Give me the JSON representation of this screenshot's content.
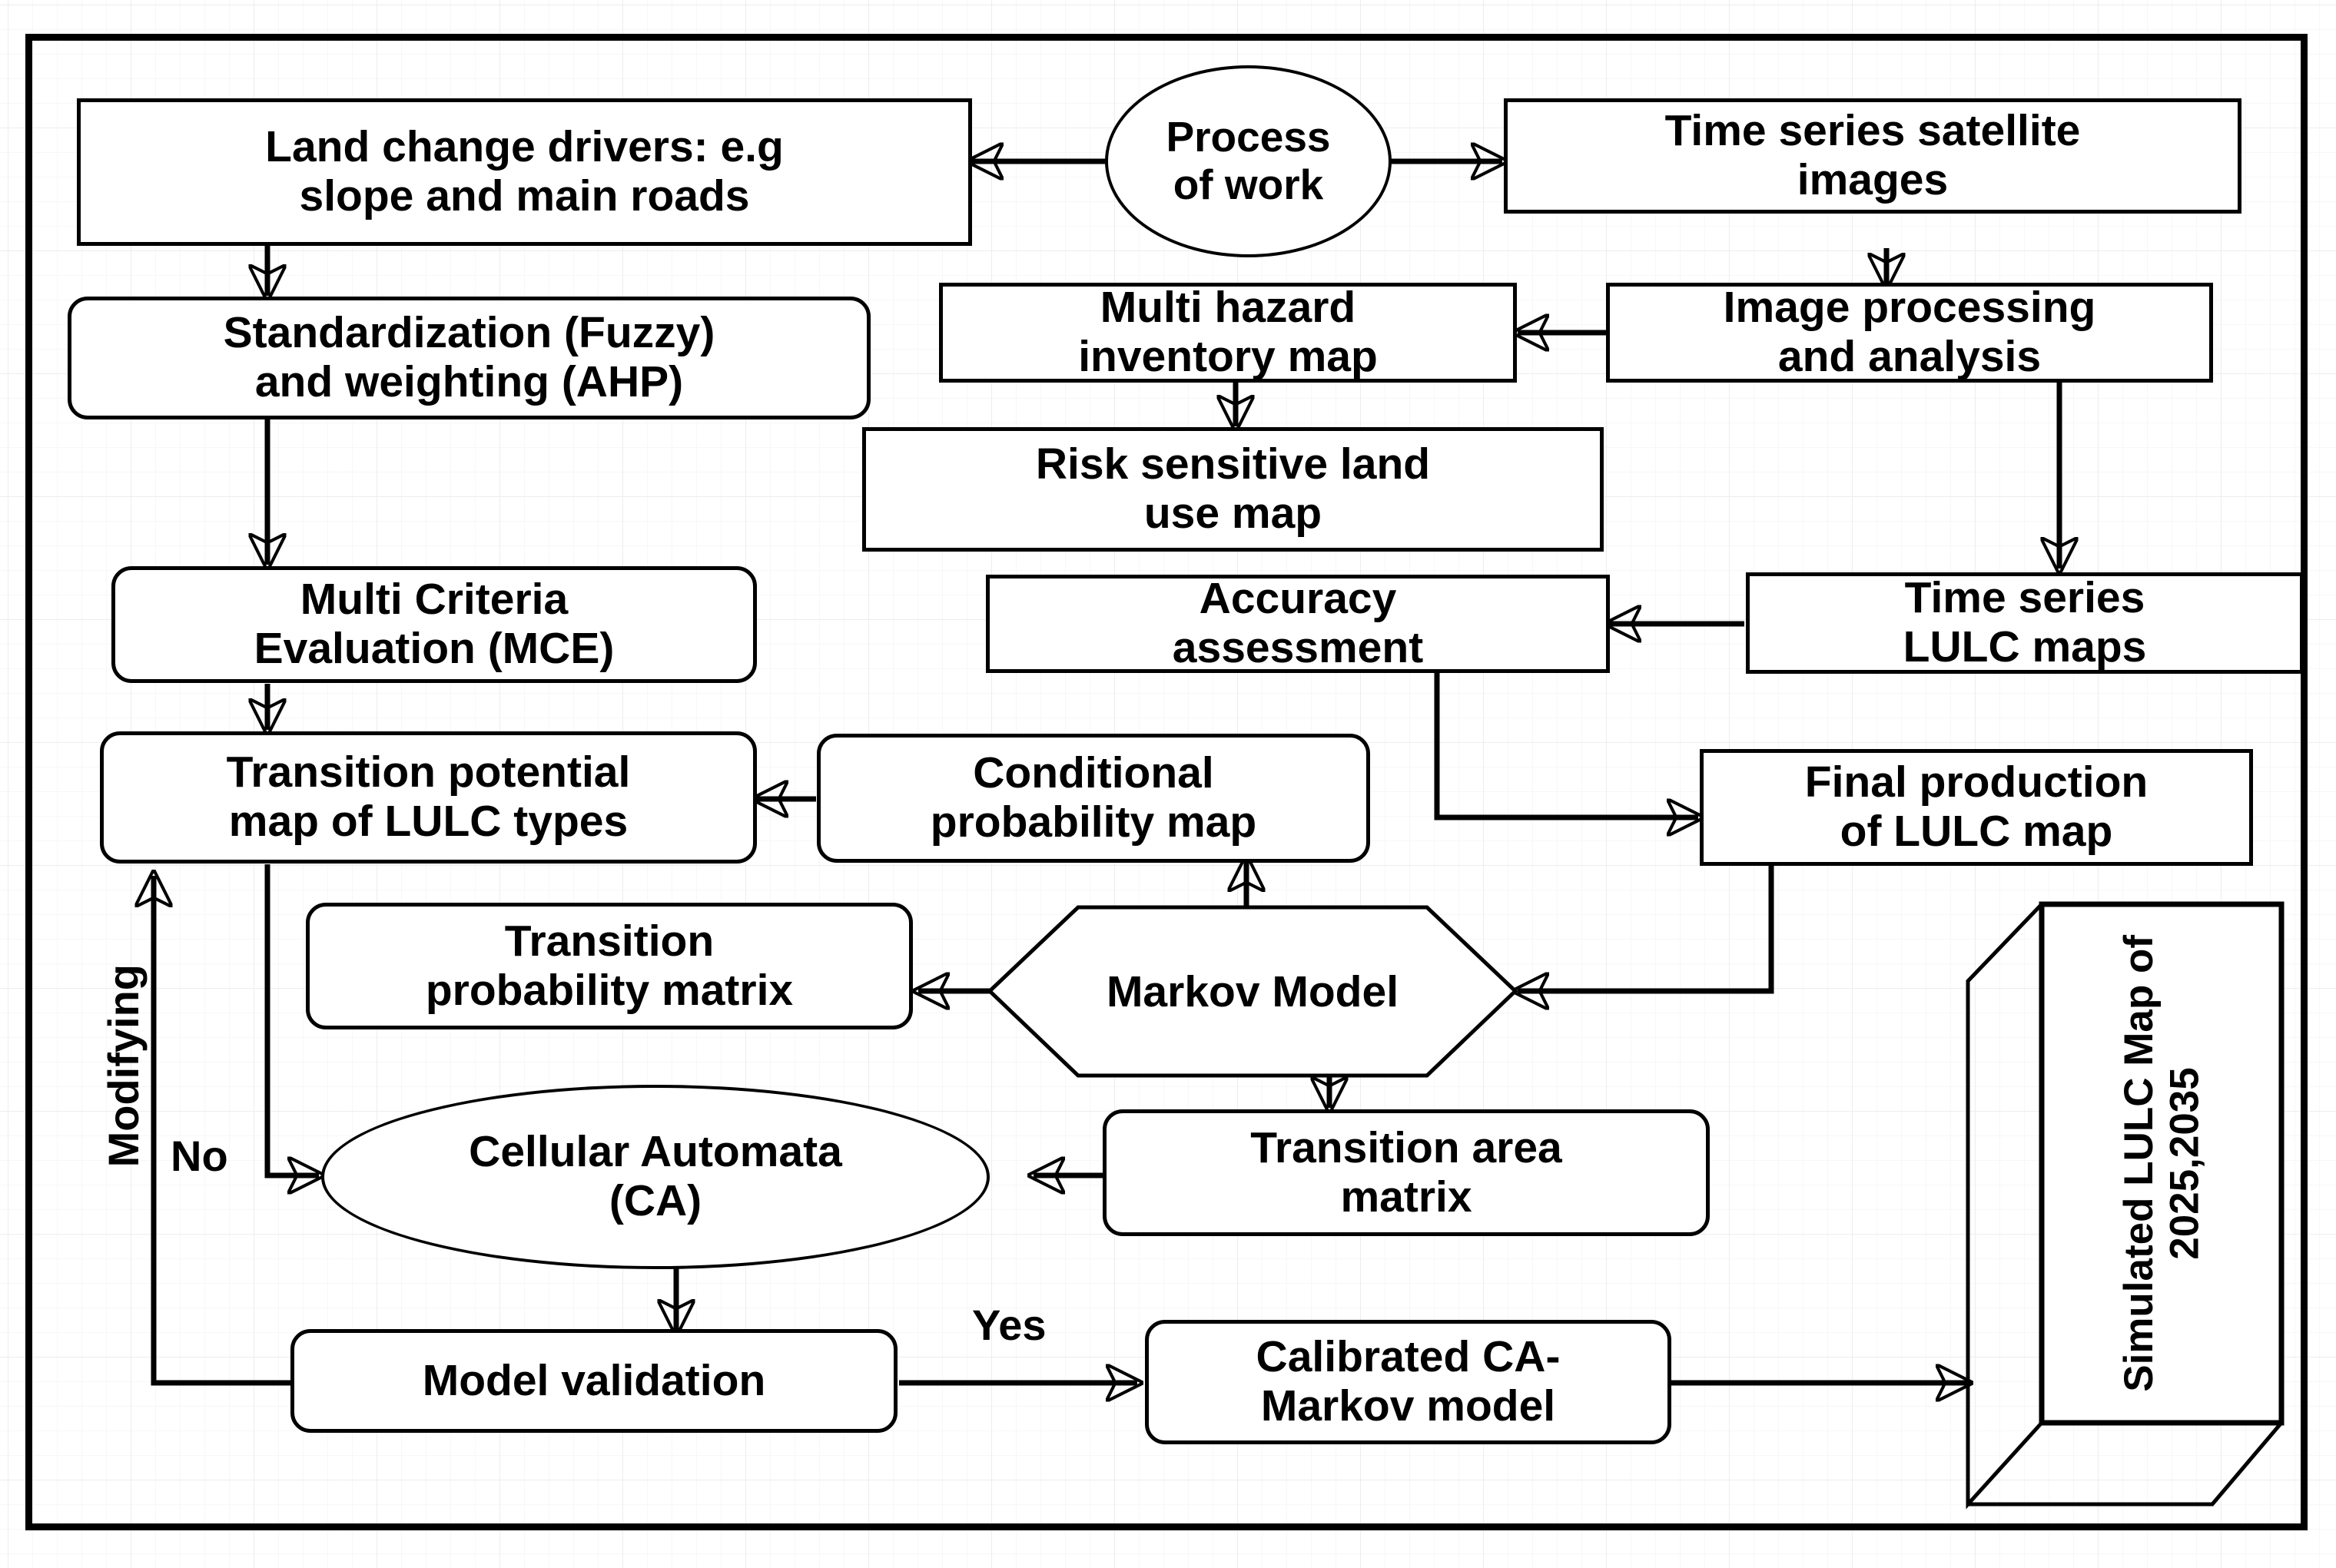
{
  "diagram": {
    "title": "Process of work",
    "nodes": [
      {
        "id": "land-change-drivers",
        "label": "Land change drivers: e.g\nslope and main roads",
        "shape": "rect"
      },
      {
        "id": "process-of-work",
        "label": "Process\nof work",
        "shape": "ellipse"
      },
      {
        "id": "time-series-satellite-images",
        "label": "Time series satellite\nimages",
        "shape": "rect"
      },
      {
        "id": "standardization-weighting",
        "label": "Standardization (Fuzzy)\nand weighting (AHP)",
        "shape": "round"
      },
      {
        "id": "multi-hazard-inventory-map",
        "label": "Multi hazard\ninventory map",
        "shape": "rect"
      },
      {
        "id": "image-processing-analysis",
        "label": "Image processing\nand analysis",
        "shape": "rect"
      },
      {
        "id": "risk-sensitive-land-use-map",
        "label": "Risk sensitive land\nuse map",
        "shape": "rect"
      },
      {
        "id": "multi-criteria-evaluation",
        "label": "Multi Criteria\nEvaluation (MCE)",
        "shape": "round"
      },
      {
        "id": "accuracy-assessment",
        "label": "Accuracy\nassessment",
        "shape": "rect"
      },
      {
        "id": "time-series-lulc-maps",
        "label": "Time series\nLULC  maps",
        "shape": "rect"
      },
      {
        "id": "transition-potential-map",
        "label": "Transition potential\nmap of LULC types",
        "shape": "round"
      },
      {
        "id": "conditional-probability-map",
        "label": "Conditional\nprobability map",
        "shape": "round"
      },
      {
        "id": "final-production-lulc-map",
        "label": "Final production\nof LULC map",
        "shape": "rect"
      },
      {
        "id": "transition-probability-matrix",
        "label": "Transition\nprobability matrix",
        "shape": "round"
      },
      {
        "id": "markov-model",
        "label": "Markov Model",
        "shape": "hexagon"
      },
      {
        "id": "simulated-lulc-map",
        "label": "Simulated LULC Map of\n2025,2035",
        "shape": "box3d"
      },
      {
        "id": "cellular-automata",
        "label": "Cellular Automata\n(CA)",
        "shape": "ellipse"
      },
      {
        "id": "transition-area-matrix",
        "label": "Transition area\nmatrix",
        "shape": "round"
      },
      {
        "id": "model-validation",
        "label": "Model validation",
        "shape": "round"
      },
      {
        "id": "calibrated-ca-markov-model",
        "label": "Calibrated CA-\nMarkov model",
        "shape": "round"
      }
    ],
    "edge_labels": {
      "modifying": "Modifying",
      "no": "No",
      "yes": "Yes"
    },
    "colors": {
      "stroke": "#000000",
      "text": "#000000",
      "background": "#ffffff",
      "grid": "#ededed"
    }
  }
}
